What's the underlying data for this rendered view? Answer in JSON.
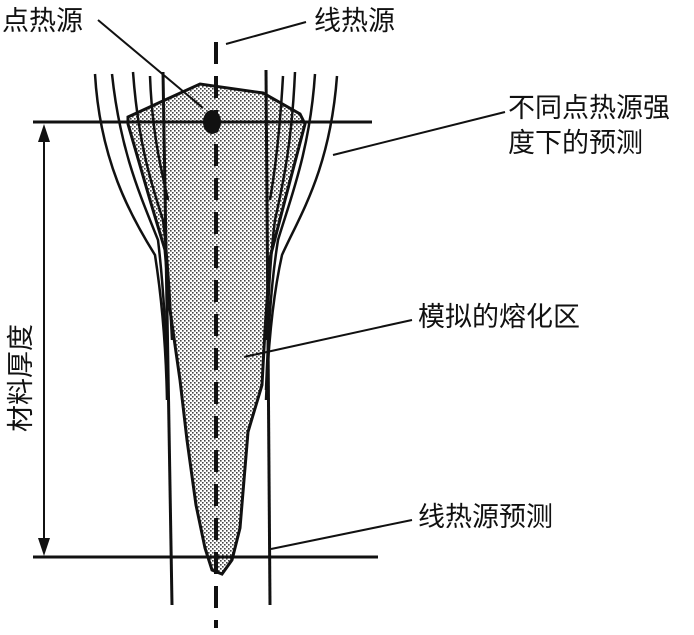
{
  "labels": {
    "point_source": "点热源",
    "line_source": "线热源",
    "prediction_line1": "不同点热源强",
    "prediction_line2": "度下的预测",
    "simulated_zone": "模拟的熔化区",
    "line_prediction": "线热源预测",
    "thickness": "材料厚度"
  },
  "colors": {
    "ink": "#111111",
    "background": "#ffffff",
    "zone_fill": "#b9b9b9"
  }
}
